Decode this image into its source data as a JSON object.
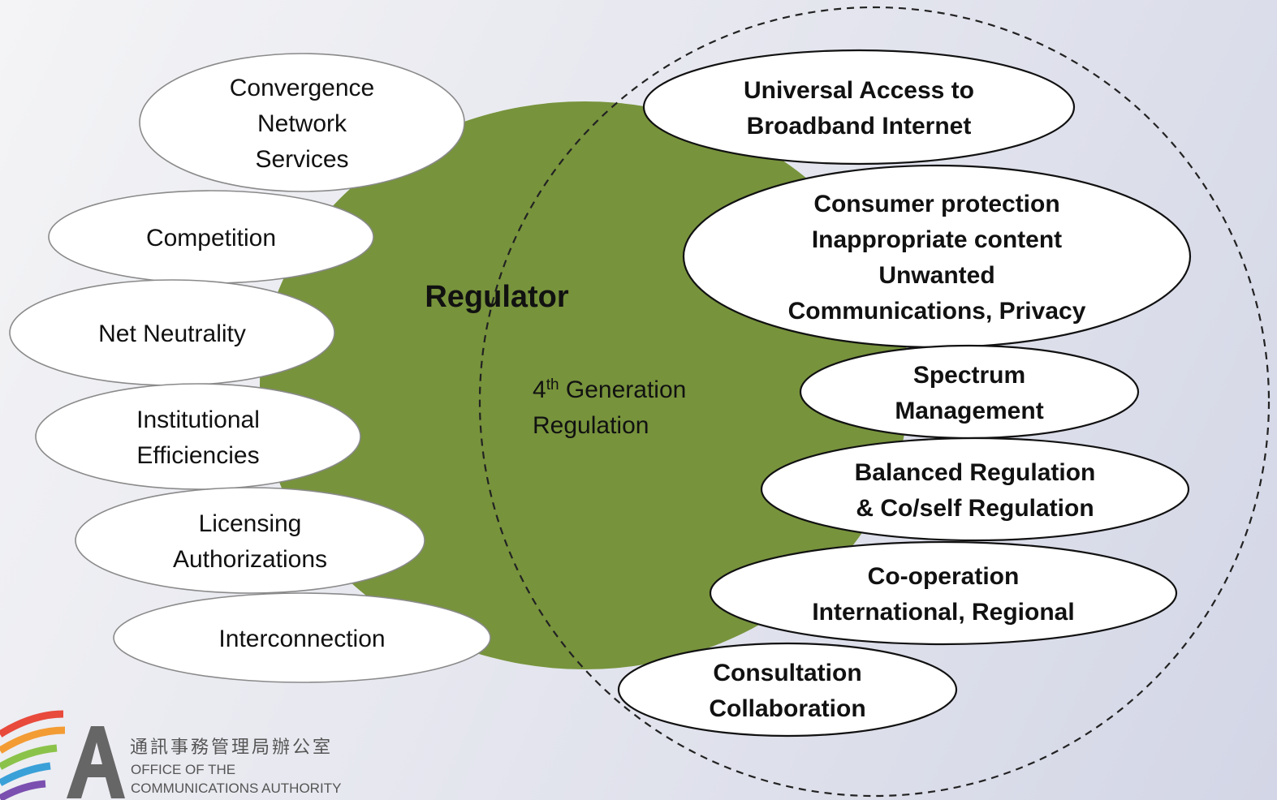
{
  "center": {
    "title": "Regulator",
    "generation_prefix": "4",
    "generation_sup": "th",
    "generation_rest": " Generation",
    "generation_line2": "Regulation"
  },
  "left_items": [
    {
      "lines": [
        "Convergence",
        "Network",
        "Services"
      ]
    },
    {
      "lines": [
        "Competition"
      ]
    },
    {
      "lines": [
        "Net Neutrality"
      ]
    },
    {
      "lines": [
        "Institutional",
        "Efficiencies"
      ]
    },
    {
      "lines": [
        "Licensing",
        "Authorizations"
      ]
    },
    {
      "lines": [
        "Interconnection"
      ]
    }
  ],
  "right_items": [
    {
      "lines": [
        "Universal Access to",
        "Broadband Internet"
      ]
    },
    {
      "lines": [
        "Consumer protection",
        "Inappropriate content",
        "Unwanted",
        "Communications, Privacy"
      ]
    },
    {
      "lines": [
        "Spectrum",
        "Management"
      ]
    },
    {
      "lines": [
        "Balanced Regulation",
        "& Co/self Regulation"
      ]
    },
    {
      "lines": [
        "Co-operation",
        "International, Regional"
      ]
    },
    {
      "lines": [
        "Consultation",
        "Collaboration"
      ]
    }
  ],
  "logo": {
    "chinese": "通訊事務管理局辦公室",
    "line1": "OFFICE OF THE",
    "line2": "COMMUNICATIONS AUTHORITY"
  },
  "colors": {
    "blob": "#77933c",
    "ellipse_fill": "#ffffff",
    "left_stroke": "#8a8a8a",
    "right_stroke": "#111111",
    "dashed_circle": "#222222"
  }
}
